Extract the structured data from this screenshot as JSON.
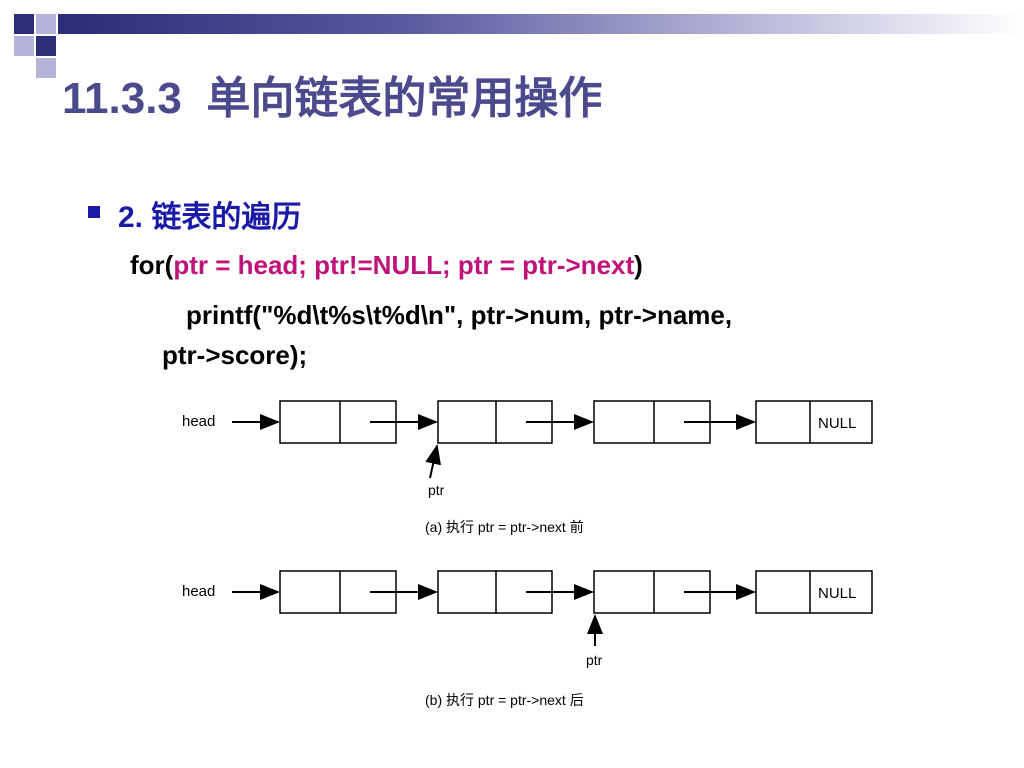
{
  "slide": {
    "title": "11.3.3  单向链表的常用操作",
    "bullet": "2. 链表的遍历",
    "code": {
      "for_prefix": "for(",
      "for_body": "ptr = head; ptr!=NULL; ptr = ptr->next",
      "for_suffix": ")",
      "printf_line1": "printf(\"%d\\t%s\\t%d\\n\", ptr->num, ptr->name,",
      "printf_line2": "ptr->score);"
    }
  },
  "diagram": {
    "head_label_a": "head",
    "null_label_a": "NULL",
    "ptr_label_a": "ptr",
    "caption_a": "(a)  执行 ptr = ptr->next 前",
    "head_label_b": "head",
    "null_label_b": "NULL",
    "ptr_label_b": "ptr",
    "caption_b": "(b)  执行 ptr = ptr->next 后"
  },
  "colors": {
    "title": "#4a4a8c",
    "bullet": "#1a1aa6",
    "code_highlight": "#c0137a"
  }
}
